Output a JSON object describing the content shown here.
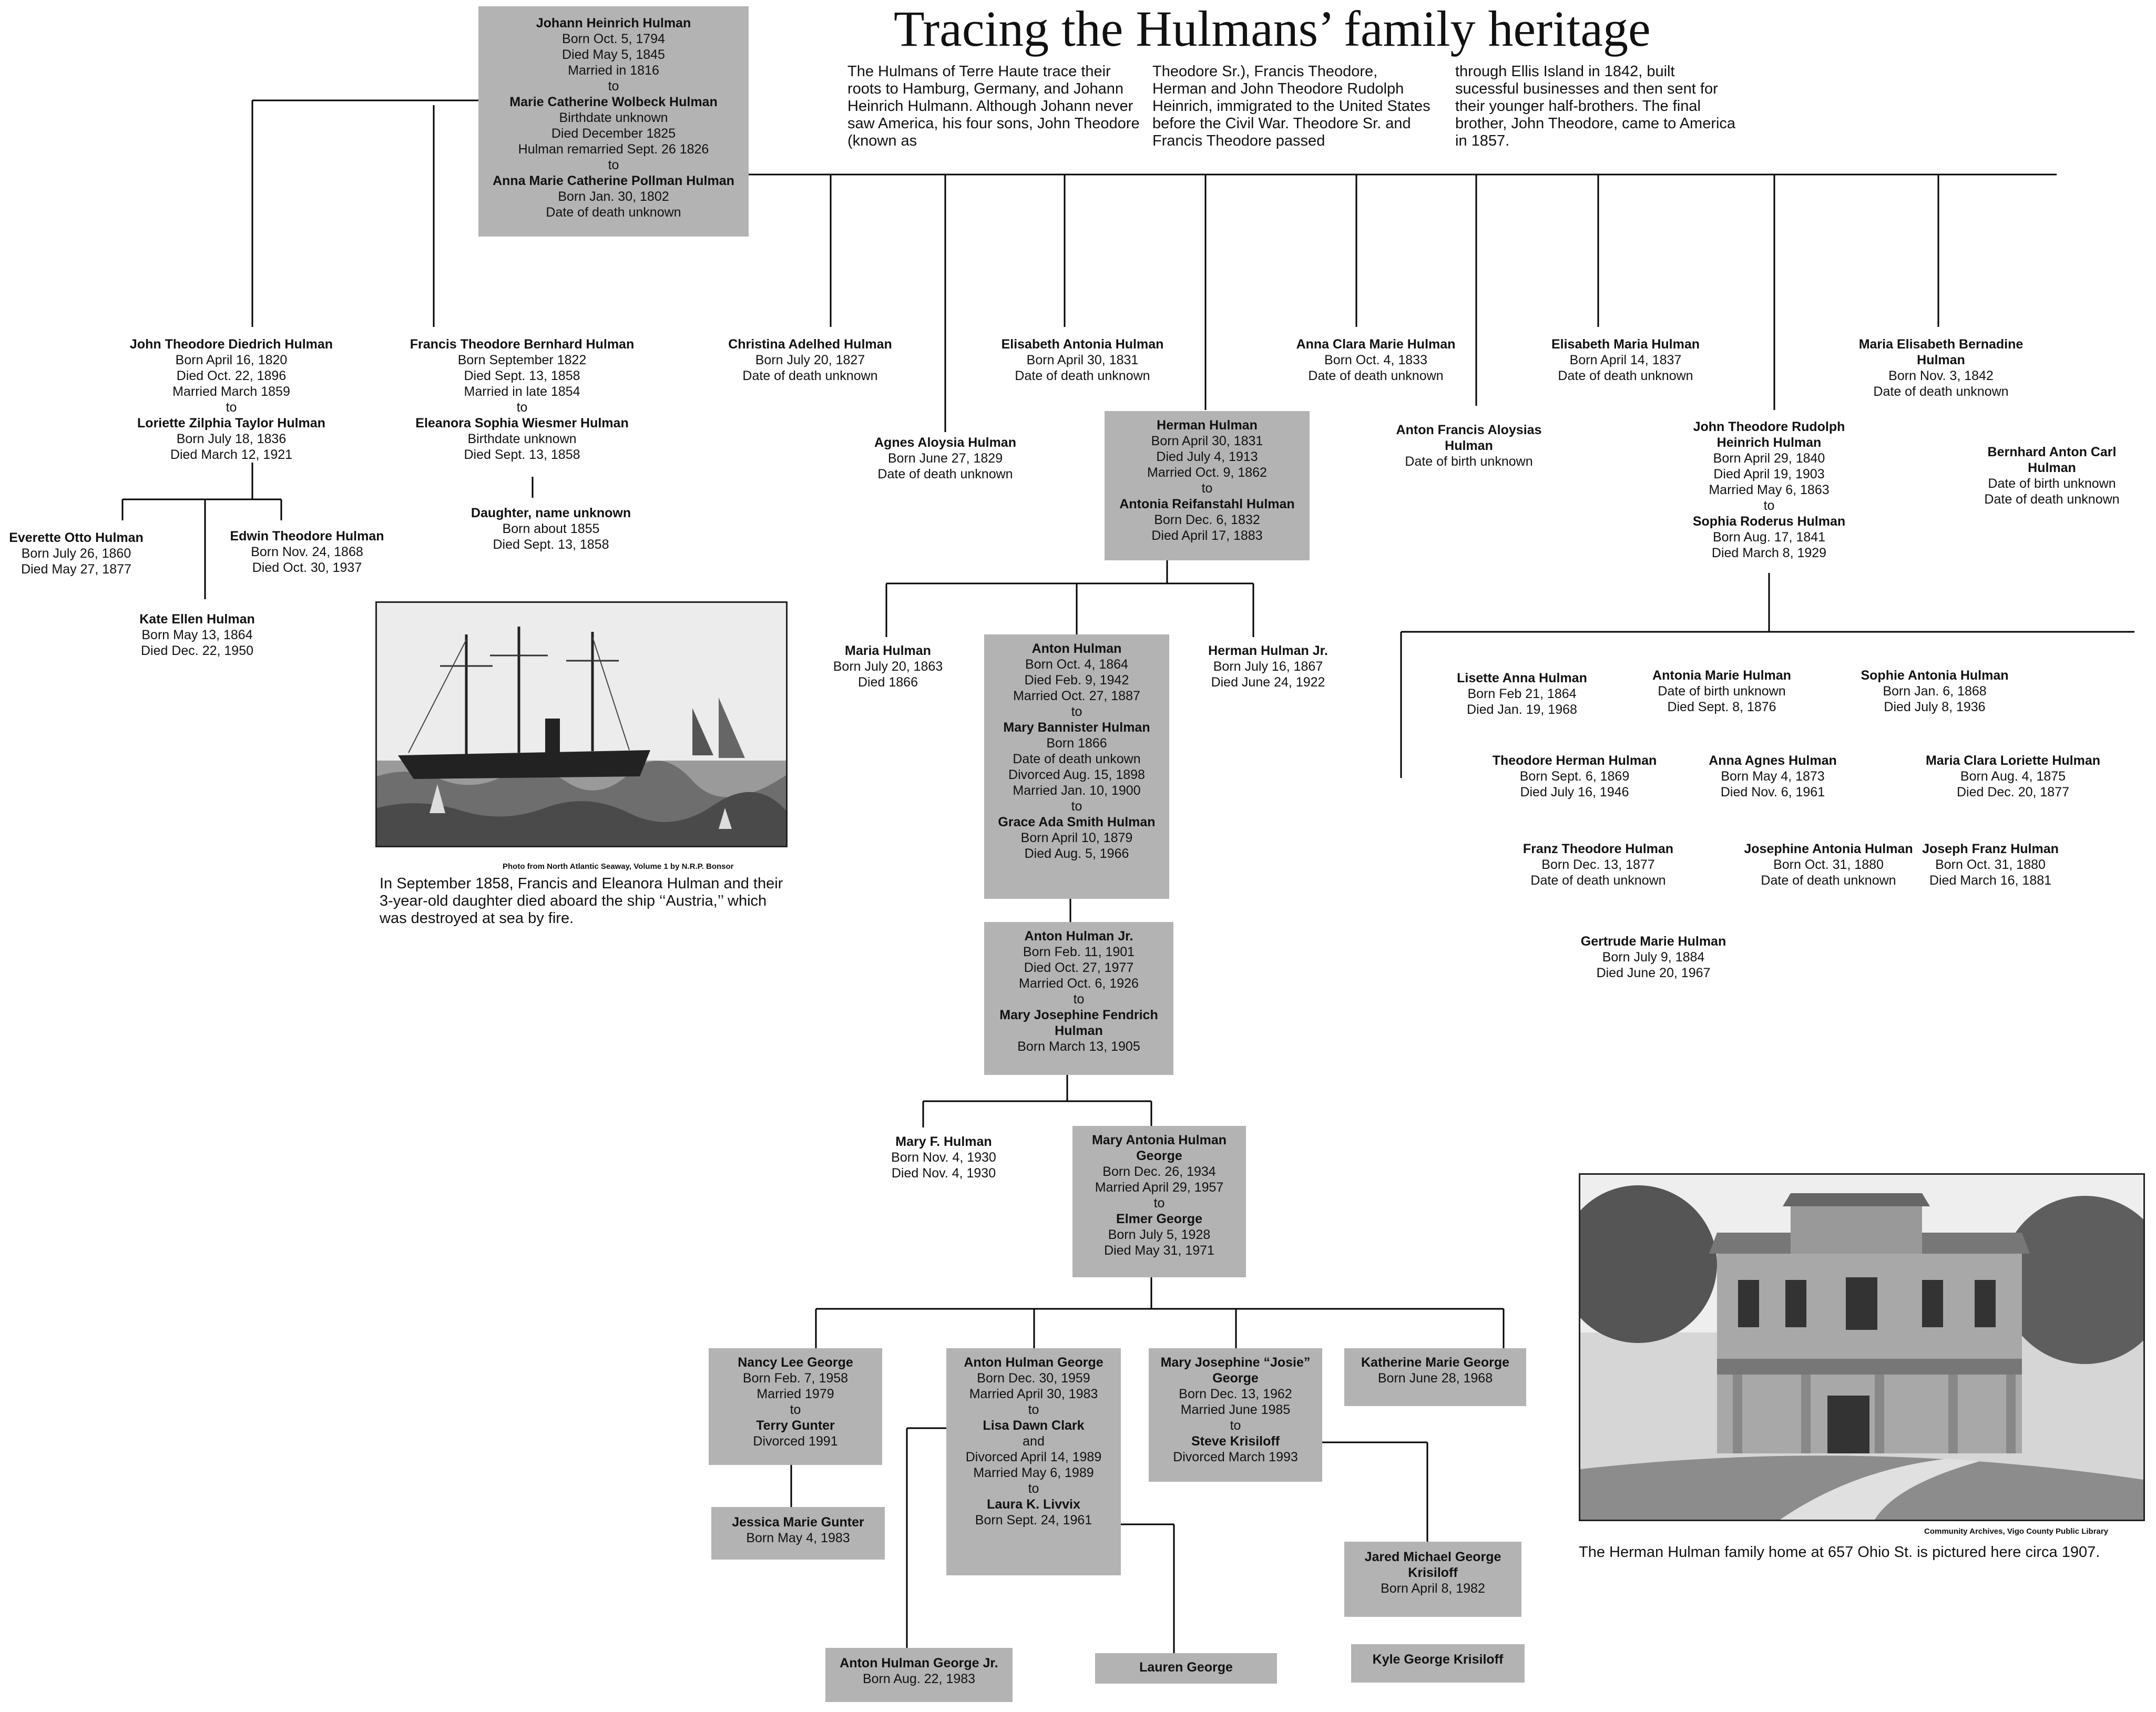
{
  "title": "Tracing the Hulmans’ family heritage",
  "intro": [
    "The Hulmans of Terre Haute trace their roots to Hamburg, Germany, and Johann Heinrich Hulmann. Although Johann never saw America, his four sons, John Theodore (known as",
    "Theodore Sr.), Francis Theodore, Herman and John Theodore Rudolph Heinrich, immigrated to the United States before the Civil War. Theodore Sr. and Francis Theodore passed",
    "through Ellis Island in 1842, built sucessful businesses and then sent for their younger half-brothers. The final brother, John Theodore, came to America in 1857."
  ],
  "root": {
    "lines": [
      "Johann Heinrich Hulman",
      "Born Oct. 5, 1794",
      "Died May 5, 1845",
      "Married in 1816",
      "to",
      "Marie Catherine Wolbeck Hulman",
      "Birthdate unknown",
      "Died December 1825",
      "Hulman remarried Sept. 26 1826",
      "to",
      "Anna Marie Catherine Pollman Hulman",
      "Born Jan. 30, 1802",
      "Date of death unknown"
    ],
    "bold": [
      0,
      5,
      10
    ]
  },
  "gen2": [
    {
      "name": "John Theodore Diedrich Hulman",
      "lines": [
        "Born April 16, 1820",
        "Died Oct. 22, 1896",
        "Married March 1859",
        "to",
        "Loriette Zilphia Taylor Hulman",
        "Born July 18, 1836",
        "Died March 12, 1921"
      ],
      "bold": [
        4
      ]
    },
    {
      "name": "Francis Theodore Bernhard Hulman",
      "lines": [
        "Born September 1822",
        "Died Sept. 13, 1858",
        "Married in late 1854",
        "to",
        "Eleanora Sophia Wiesmer Hulman",
        "Birthdate unknown",
        "Died Sept. 13, 1858"
      ],
      "bold": [
        4
      ]
    },
    {
      "name": "Christina Adelhed Hulman",
      "lines": [
        "Born July 20, 1827",
        "Date of death unknown"
      ]
    },
    {
      "name": "Agnes Aloysia Hulman",
      "lines": [
        "Born June 27, 1829",
        "Date of death unknown"
      ]
    },
    {
      "name": "Elisabeth Antonia Hulman",
      "lines": [
        "Born April 30, 1831",
        "Date of death unknown"
      ]
    },
    {
      "name": "Herman Hulman",
      "lines": [
        "Born April 30, 1831",
        "Died July 4, 1913",
        "Married Oct. 9, 1862",
        "to",
        "Antonia Reifanstahl Hulman",
        "Born Dec. 6, 1832",
        "Died April 17, 1883"
      ],
      "bold": [
        4
      ]
    },
    {
      "name": "Anna Clara Marie Hulman",
      "lines": [
        "Born Oct. 4, 1833",
        "Date of death unknown"
      ]
    },
    {
      "name": "Anton Francis Aloysias Hulman",
      "lines": [
        "Date of birth unknown"
      ]
    },
    {
      "name": "Elisabeth Maria  Hulman",
      "lines": [
        "Born April 14, 1837",
        "Date of death unknown"
      ]
    },
    {
      "name": "John Theodore Rudolph Heinrich Hulman",
      "lines": [
        "Born April 29, 1840",
        "Died April 19, 1903",
        "Married May 6, 1863",
        "to",
        "Sophia Roderus Hulman",
        "Born Aug. 17, 1841",
        "Died March 8, 1929"
      ],
      "bold": [
        4
      ]
    },
    {
      "name": "Maria Elisabeth Bernadine Hulman",
      "lines": [
        "Born Nov. 3, 1842",
        "Date of death unknown"
      ]
    },
    {
      "name": "Bernhard Anton Carl Hulman",
      "lines": [
        "Date of birth unknown",
        "Date of death unknown"
      ]
    }
  ],
  "theodore_children": [
    {
      "name": "Everette Otto Hulman",
      "lines": [
        "Born July 26, 1860",
        "Died May 27, 1877"
      ]
    },
    {
      "name": "Kate Ellen Hulman",
      "lines": [
        "Born May 13, 1864",
        "Died Dec. 22, 1950"
      ]
    },
    {
      "name": "Edwin Theodore Hulman",
      "lines": [
        "Born Nov. 24, 1868",
        "Died Oct. 30, 1937"
      ]
    }
  ],
  "francis_child": {
    "name": "Daughter, name unknown",
    "lines": [
      "Born about 1855",
      "Died Sept. 13, 1858"
    ]
  },
  "herman_children": [
    {
      "name": "Maria Hulman",
      "lines": [
        "Born July 20, 1863",
        "Died 1866"
      ]
    },
    {
      "name": "Anton Hulman",
      "lines": [
        "Born Oct. 4, 1864",
        "Died Feb. 9, 1942",
        "Married Oct. 27, 1887",
        "to",
        "Mary Bannister Hulman",
        "Born 1866",
        "Date of death unkown",
        "Divorced Aug. 15, 1898",
        "Married Jan. 10, 1900",
        "to",
        "Grace Ada Smith Hulman",
        "Born April 10, 1879",
        "Died Aug. 5, 1966"
      ],
      "bold": [
        4,
        10
      ]
    },
    {
      "name": "Herman Hulman Jr.",
      "lines": [
        "Born July 16, 1867",
        "Died June 24, 1922"
      ]
    }
  ],
  "anton_jr": {
    "name": "Anton Hulman Jr.",
    "lines": [
      "Born Feb. 11, 1901",
      "Died Oct. 27, 1977",
      "Married Oct. 6, 1926",
      "to",
      "Mary Josephine Fendrich",
      "Hulman",
      "Born March 13, 1905"
    ],
    "bold": [
      4,
      5
    ]
  },
  "anton_jr_children": [
    {
      "name": "Mary F. Hulman",
      "lines": [
        "Born Nov. 4, 1930",
        "Died Nov. 4, 1930"
      ]
    },
    {
      "name": "Mary Antonia Hulman George",
      "lines": [
        "Born Dec. 26, 1934",
        "Married April 29, 1957",
        "to",
        "Elmer George",
        "Born July 5, 1928",
        "Died May 31, 1971"
      ],
      "bold": [
        3
      ]
    }
  ],
  "george_children": [
    {
      "name": "Nancy Lee George",
      "lines": [
        "Born Feb. 7, 1958",
        "Married 1979",
        "to",
        "Terry Gunter",
        "Divorced 1991"
      ],
      "bold": [
        3
      ]
    },
    {
      "name": "Anton Hulman George",
      "lines": [
        "Born Dec. 30, 1959",
        "Married April 30, 1983",
        "to",
        "Lisa Dawn Clark",
        "and",
        "Divorced April 14, 1989",
        "Married May 6, 1989",
        "to",
        "Laura K. Livvix",
        "Born Sept. 24, 1961"
      ],
      "bold": [
        3,
        8
      ]
    },
    {
      "name": "Mary Josephine “Josie” George",
      "lines": [
        "Born Dec. 13, 1962",
        "Married June 1985",
        "to",
        "Steve Krisiloff",
        "Divorced March 1993"
      ],
      "bold": [
        3
      ]
    },
    {
      "name": "Katherine Marie George",
      "lines": [
        "Born June 28, 1968"
      ]
    }
  ],
  "great_grandchildren": [
    {
      "name": "Jessica Marie Gunter",
      "lines": [
        "Born May 4, 1983"
      ]
    },
    {
      "name": "Anton Hulman George Jr.",
      "lines": [
        "Born Aug. 22, 1983"
      ]
    },
    {
      "name": "Lauren George",
      "lines": []
    },
    {
      "name": "Jared Michael George Krisiloff",
      "lines": [
        "Born April 8, 1982"
      ]
    },
    {
      "name": "Kyle George Krisiloff",
      "lines": []
    }
  ],
  "rudolph_children": [
    {
      "name": "Lisette Anna Hulman",
      "lines": [
        "Born Feb 21, 1864",
        "Died Jan. 19, 1968"
      ]
    },
    {
      "name": "Antonia Marie Hulman",
      "lines": [
        "Date of birth unknown",
        "Died Sept. 8, 1876"
      ]
    },
    {
      "name": "Sophie Antonia Hulman",
      "lines": [
        "Born Jan. 6, 1868",
        "Died July 8, 1936"
      ]
    },
    {
      "name": "Theodore Herman Hulman",
      "lines": [
        "Born Sept. 6, 1869",
        "Died July 16, 1946"
      ]
    },
    {
      "name": "Anna Agnes Hulman",
      "lines": [
        "Born May 4, 1873",
        "Died Nov. 6, 1961"
      ]
    },
    {
      "name": "Maria Clara Loriette Hulman",
      "lines": [
        "Born Aug. 4, 1875",
        "Died Dec. 20, 1877"
      ]
    },
    {
      "name": "Franz Theodore Hulman",
      "lines": [
        "Born Dec. 13, 1877",
        "Date of death unknown"
      ]
    },
    {
      "name": "Josephine Antonia Hulman",
      "lines": [
        "Born Oct. 31, 1880",
        "Date of death unknown"
      ]
    },
    {
      "name": "Joseph Franz Hulman",
      "lines": [
        "Born Oct. 31, 1880",
        "Died March 16, 1881"
      ]
    },
    {
      "name": "Gertrude Marie Hulman",
      "lines": [
        "Born July 9, 1884",
        "Died June 20, 1967"
      ]
    }
  ],
  "ship_photo": {
    "credit": "Photo from North Atlantic Seaway, Volume 1 by N.R.P. Bonsor",
    "caption": "In September 1858, Francis and Eleanora Hulman and their 3-year-old daughter died aboard the ship ‘‘Austria,’’ which was destroyed at sea by fire."
  },
  "house_photo": {
    "credit": "Community Archives, Vigo County Public Library",
    "caption": "The Herman Hulman family home at 657 Ohio St. is pictured here circa 1907."
  },
  "colors": {
    "box_fill": "#b3b3b3",
    "line": "#000000",
    "text": "#111111"
  }
}
